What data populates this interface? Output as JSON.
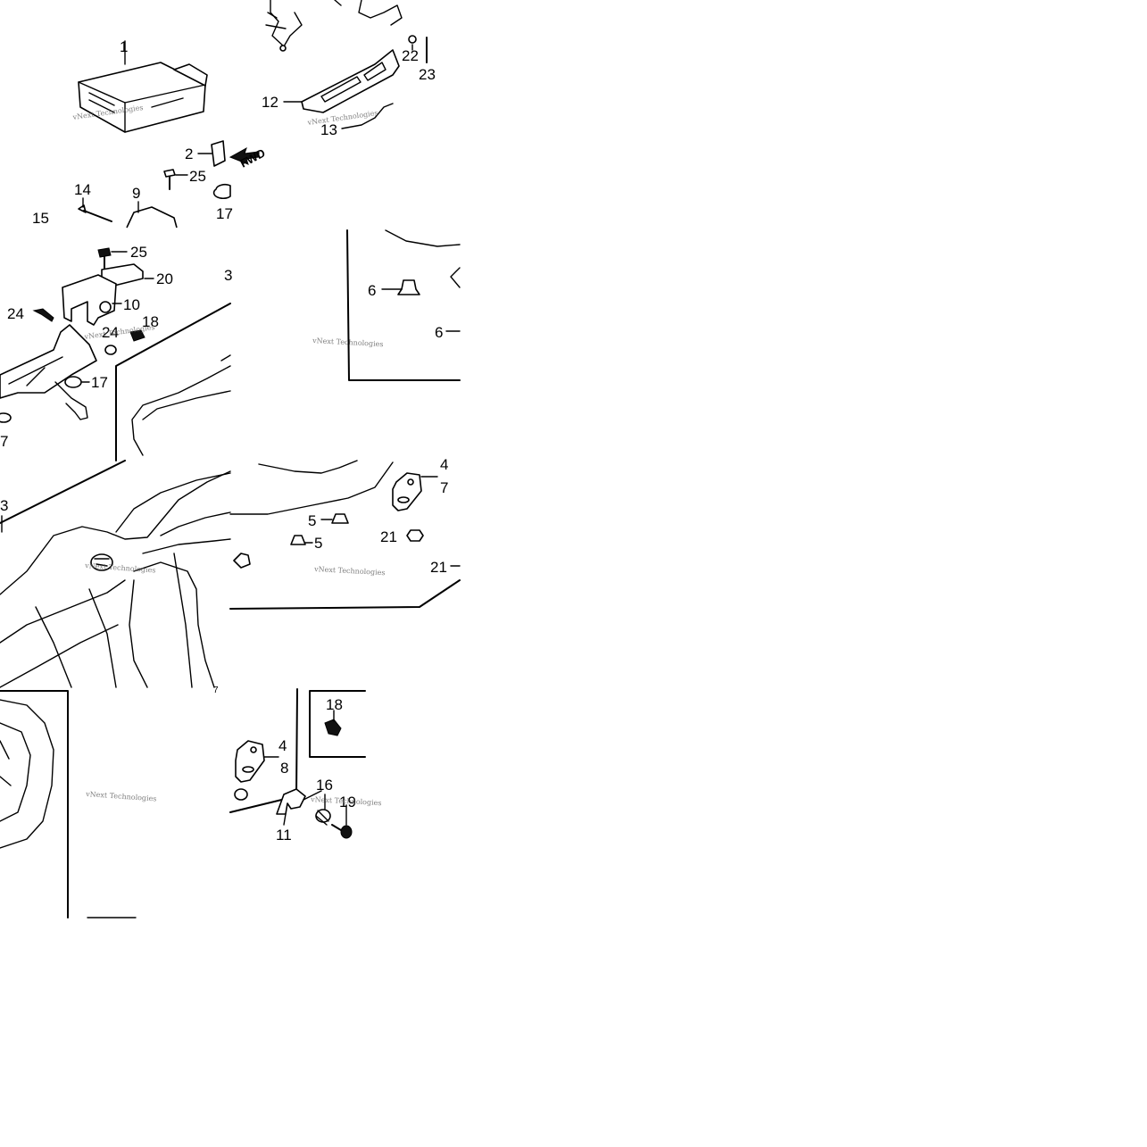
{
  "diagram": {
    "direction_label": "FWD",
    "watermark": "vNext Technologies",
    "watermark_short": "vNext Technologies",
    "callouts": {
      "c1": "1",
      "c2": "2",
      "c3": "3",
      "c3b": "3",
      "c4a": "4",
      "c4b": "4",
      "c5a": "5",
      "c5b": "5",
      "c6a": "6",
      "c6b": "6",
      "c7a": "7",
      "c7b": "7",
      "c7c": "7",
      "c8": "8",
      "c9": "9",
      "c10": "10",
      "c11": "11",
      "c12": "12",
      "c13": "13",
      "c14": "14",
      "c15": "15",
      "c16": "16",
      "c17a": "17",
      "c17b": "17",
      "c18a": "18",
      "c18b": "18",
      "c19": "19",
      "c20": "20",
      "c21a": "21",
      "c21b": "21",
      "c22": "22",
      "c23": "23",
      "c24a": "24",
      "c24b": "24",
      "c25a": "25",
      "c25b": "25"
    }
  }
}
